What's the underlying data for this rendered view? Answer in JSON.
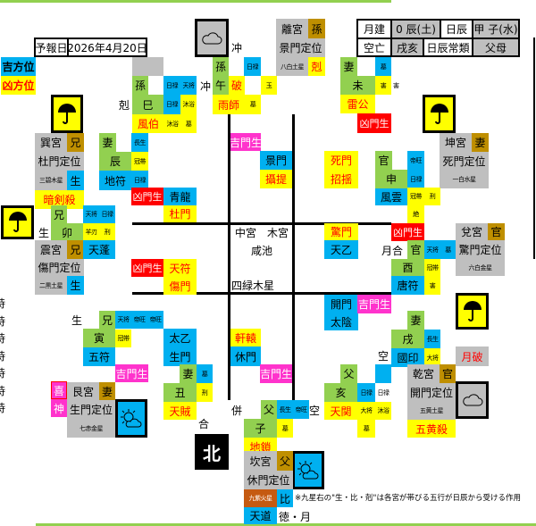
{
  "header": {
    "forecast_label": "予報日",
    "date": "2026年4月20日",
    "lucky_dir": "吉方位",
    "unlucky_dir": "凶方位"
  },
  "info": {
    "month_label": "月建",
    "month_value": "0 辰(土)",
    "day_label": "日辰",
    "day_value": "甲 子(水)",
    "void_label": "空亡",
    "void_value": "戌亥",
    "class_label": "日辰常類",
    "class_value": "父母"
  },
  "icons": {
    "north": "cloud-icon",
    "se": "umbrella-icon",
    "east": "umbrella-icon",
    "sw": "umbrella-icon",
    "west": "umbrella-icon",
    "ne": "sun-cloud-icon",
    "nw": "cloud-icon",
    "south": "sun-cloud-icon"
  },
  "palaces": {
    "li": {
      "name": "離宮",
      "rel": "孫",
      "gate": "景門定位",
      "star": "八白土星",
      "effect": "剋"
    },
    "xun": {
      "name": "巽宮",
      "rel": "兄",
      "gate": "杜門定位",
      "star": "三碧木星",
      "effect": "生",
      "extra": "暗剣殺"
    },
    "kun": {
      "name": "坤宮",
      "rel": "妻",
      "gate": "死門定位",
      "star": "一白水星"
    },
    "zhen": {
      "name": "震宮",
      "rel": "兄",
      "gate": "傷門定位",
      "star": "二黒土星",
      "effect": "生"
    },
    "dui": {
      "name": "兌宮",
      "rel": "官",
      "gate": "驚門定位",
      "star": "六白金星"
    },
    "gen": {
      "name": "艮宮",
      "rel": "妻",
      "gate": "生門定位",
      "star": "七赤金星",
      "god": [
        "喜",
        "神"
      ]
    },
    "qian": {
      "name": "乾宮",
      "rel": "官",
      "gate": "開門定位",
      "star": "五黄土星",
      "extra": "五黄殺",
      "month_break": "月破"
    },
    "kan": {
      "name": "坎宮",
      "rel": "父",
      "gate": "休門定位",
      "star": "九紫火星",
      "effect": "比"
    },
    "center": {
      "name": "中宮",
      "sub": "木宮",
      "spirit": "咸池",
      "star": "四緑木星"
    }
  },
  "branches": {
    "wu": {
      "rel": "孫",
      "branch": "午",
      "mark": "破",
      "s1": "日禄",
      "s2": "玉",
      "spirit": "雨師",
      "s3": "墓",
      "clash": "冲",
      "clash2": "冲"
    },
    "si": {
      "rel": "孫",
      "branch": "巳",
      "s1": "日禄",
      "s2": "天将",
      "s3": "日禄",
      "s4": "沐浴",
      "spirit": "風伯",
      "s5": "沐浴",
      "s6": "墓",
      "kill": "剋"
    },
    "chen": {
      "rel": "妻",
      "branch": "辰",
      "s1": "長生",
      "s2": "冠帯",
      "s3": "日禄",
      "general": "地符",
      "gen_state": "凶門生",
      "god": "青龍",
      "gate": "杜門"
    },
    "wei": {
      "rel": "妻",
      "branch": "未",
      "s1": "墓",
      "s2": "害",
      "s3": "害",
      "spirit": "雷公",
      "gen_state": "凶門生"
    },
    "shen": {
      "rel": "官",
      "branch": "申",
      "s1": "帝旺",
      "s2": "日禄",
      "general": "風雲",
      "s3": "冠帯",
      "s4": "刑",
      "s5": "絶"
    },
    "mao": {
      "rel": "兄",
      "branch": "卯",
      "s1": "天将",
      "s2": "日禄",
      "s3": "羊刃",
      "s4": "刑",
      "general": "天蓬",
      "gen_label": "生"
    },
    "you": {
      "rel": "官",
      "branch": "酉",
      "s1": "天将",
      "s2": "墓",
      "s3": "冠帯",
      "s4": "害",
      "general": "唐符",
      "gen_state": "凶門生",
      "he": "月合"
    },
    "yin": {
      "rel": "兄",
      "branch": "寅",
      "s1": "天将",
      "s2": "帝旺",
      "s3": "帝旺",
      "s4": "冠帯",
      "general": "五符",
      "gen_state": "吉門生",
      "gen_label": "生"
    },
    "xu": {
      "rel": "妻",
      "branch": "戌",
      "s1": "長生",
      "s2": "大将",
      "general": "國印",
      "void": "空"
    },
    "chou": {
      "rel": "妻",
      "branch": "丑",
      "s1": "墓",
      "s2": "刑",
      "spirit": "天賊",
      "he": "合"
    },
    "hai": {
      "rel": "父",
      "branch": "亥",
      "s1": "日禄",
      "s2": "日禄",
      "spirit": "天関",
      "s3": "大将",
      "s4": "沐浴",
      "s5": "墓",
      "void": "空"
    },
    "zi": {
      "rel": "父",
      "branch": "子",
      "s1": "長生",
      "s2": "帝旺",
      "s3": "墓",
      "spirit": "地鎖",
      "bing": "併",
      "void": "空"
    }
  },
  "inner": {
    "n": {
      "gen_state": "吉門生",
      "gate": "景門",
      "spirit": "攝提"
    },
    "ne": {
      "gate": "死門",
      "spirit": "招揺"
    },
    "e": {
      "gate": "驚門",
      "god": "天乙"
    },
    "se": {
      "gate": "開門",
      "gen_state": "吉門生",
      "god": "太陰"
    },
    "s": {
      "spirit": "軒轅",
      "gate": "休門",
      "gen_state": "吉門生"
    },
    "sw": {
      "god": "太乙",
      "gate": "生門"
    },
    "w": {
      "gen_state": "凶門生",
      "god": "天符",
      "gate": "傷門"
    }
  },
  "direction": "北",
  "hours": [
    "時",
    "時",
    "時",
    "時",
    "時",
    "時",
    "時"
  ],
  "footer": {
    "road_label": "天道",
    "virtue": "徳・月",
    "note": "※九星右の\"生・比・剋\"は各宮が帯びる五行が日辰から受ける作用"
  }
}
